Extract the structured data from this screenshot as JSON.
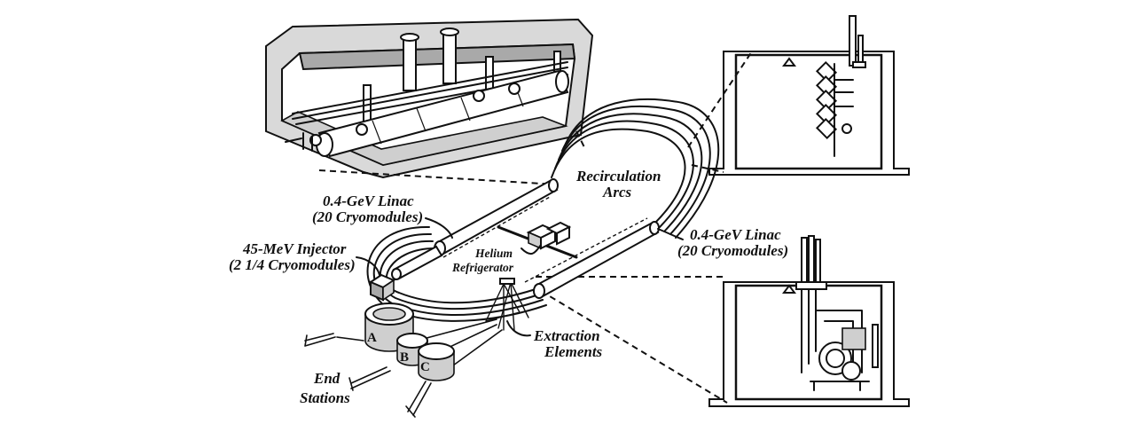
{
  "labels": {
    "recirculation": [
      "Recirculation",
      "Arcs"
    ],
    "linac_north": [
      "0.4-GeV Linac",
      "(20 Cryomodules)"
    ],
    "linac_south": [
      "0.4-GeV Linac",
      "(20 Cryomodules)"
    ],
    "injector": [
      "45-MeV Injector",
      "(2 1/4 Cryomodules)"
    ],
    "helium": [
      "Helium",
      "Refrigerator"
    ],
    "extraction": [
      "Extraction",
      "Elements"
    ],
    "end_stations": [
      "End",
      "Stations"
    ]
  },
  "halls": [
    "A",
    "B",
    "C"
  ]
}
